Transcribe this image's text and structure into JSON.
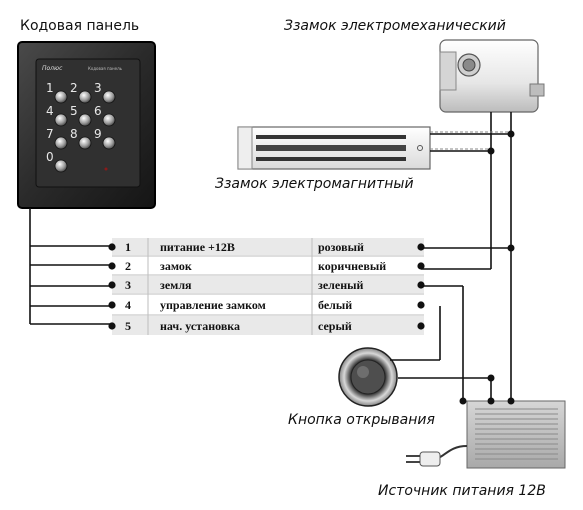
{
  "titles": {
    "keypad": "Кодовая панель",
    "lock_em": "Ззамок электромеханический",
    "lock_mag": "Ззамок электромагнитный",
    "button": "Кнопка открывания",
    "power": "Источник питания 12В"
  },
  "keypad": {
    "brand": "Полюс",
    "model": "Кодовая панель",
    "keys": [
      "1",
      "2",
      "3",
      "4",
      "5",
      "6",
      "7",
      "8",
      "9",
      "0"
    ]
  },
  "terminals": [
    {
      "num": "1",
      "func": "питание +12В",
      "color": "розовый"
    },
    {
      "num": "2",
      "func": "замок",
      "color": "коричневый"
    },
    {
      "num": "3",
      "func": "земля",
      "color": "зеленый"
    },
    {
      "num": "4",
      "func": "управление замком",
      "color": "белый"
    },
    {
      "num": "5",
      "func": "нач. установка",
      "color": "серый"
    }
  ]
}
